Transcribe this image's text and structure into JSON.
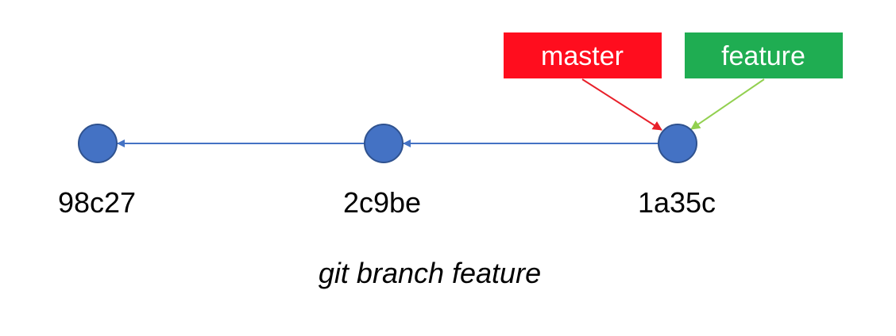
{
  "commits": [
    {
      "id": "98c27"
    },
    {
      "id": "2c9be"
    },
    {
      "id": "1a35c"
    }
  ],
  "branches": [
    {
      "name": "master",
      "color": "#ff0d1e",
      "arrow_color": "#e8202a",
      "target": "1a35c"
    },
    {
      "name": "feature",
      "color": "#1fad52",
      "arrow_color": "#92d050",
      "target": "1a35c"
    }
  ],
  "caption": "git branch feature",
  "colors": {
    "commit_fill": "#4472c4",
    "commit_stroke": "#2f528f",
    "edge": "#4472c4"
  }
}
